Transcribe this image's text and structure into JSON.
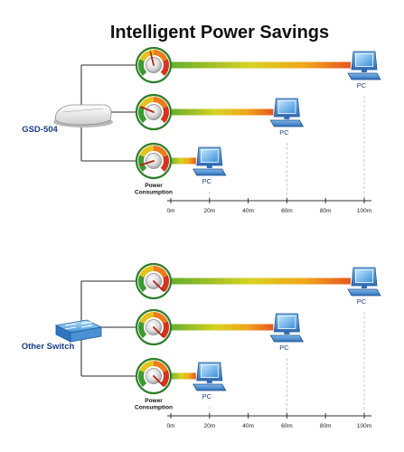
{
  "title": "Intelligent Power Savings",
  "power_label_line1": "Power",
  "power_label_line2": "Consumption",
  "axis_ticks": [
    "0m",
    "20m",
    "40m",
    "60m",
    "80m",
    "100m"
  ],
  "axis_max": 100,
  "panels": [
    {
      "device_label": "GSD-504",
      "device_icon": "smart-switch-icon",
      "links": [
        {
          "distance_m": 100,
          "pc_label": "PC",
          "gauge_level": 0.45
        },
        {
          "distance_m": 60,
          "pc_label": "PC",
          "gauge_level": 0.25
        },
        {
          "distance_m": 20,
          "pc_label": "PC",
          "gauge_level": 0.1
        }
      ]
    },
    {
      "device_label": "Other Switch",
      "device_icon": "network-switch-icon",
      "links": [
        {
          "distance_m": 100,
          "pc_label": "PC",
          "gauge_level": 1.0
        },
        {
          "distance_m": 60,
          "pc_label": "PC",
          "gauge_level": 1.0
        },
        {
          "distance_m": 20,
          "pc_label": "PC",
          "gauge_level": 1.0
        }
      ]
    }
  ],
  "colors": {
    "gauge_green": "#3c9b2f",
    "gauge_yellow": "#e6c21c",
    "gauge_orange": "#ee7b1c",
    "gauge_red": "#d8321d",
    "label_blue": "#1a3f8c",
    "line_gray": "#555555"
  }
}
